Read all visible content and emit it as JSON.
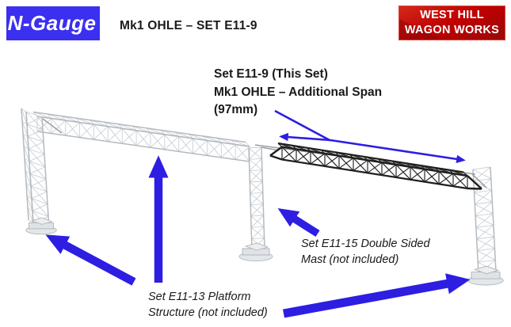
{
  "header": {
    "logo_text": "N-Gauge",
    "product_title": "Mk1 OHLE – SET E11-9",
    "brand": {
      "line1": "WEST HILL",
      "line2": "WAGON WORKS"
    }
  },
  "annotations": {
    "this_set": {
      "line1": "Set E11-9 (This Set)",
      "line2": "Mk1 OHLE – Additional Span",
      "line3": "(97mm)"
    },
    "double_sided_mast": {
      "line1": "Set E11-15 Double Sided",
      "line2": "Mast (not included)"
    },
    "platform_structure": {
      "line1": "Set E11-13 Platform",
      "line2": "Structure (not included)"
    }
  },
  "colors": {
    "accent_blue": "#2d1ee2",
    "logo_blue": "#3b2ff0",
    "brand_red": "#c00000",
    "brand_red_dark": "#8e0707",
    "truss_gray_chord": "#b4bac0",
    "truss_gray_web": "#cbd0d4",
    "truss_black": "#1f1f1f",
    "text_black": "#1a1a1a"
  }
}
